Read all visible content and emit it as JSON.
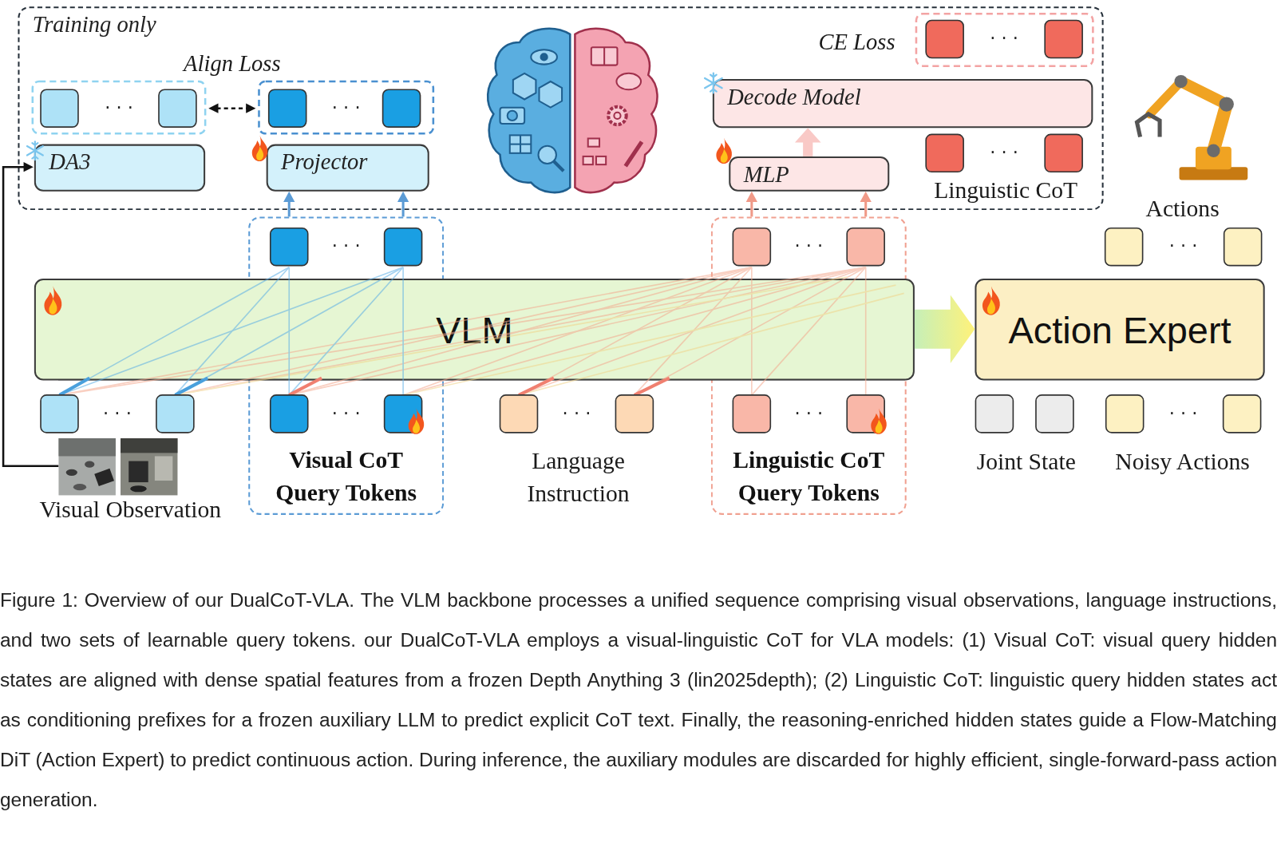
{
  "diagram": {
    "caption": "Figure 1: Overview of our DualCoT-VLA. The VLM backbone processes a unified sequence comprising visual observations, language instructions, and two sets of learnable query tokens. our DualCoT-VLA employs a visual-linguistic CoT for VLA models: (1) Visual CoT: visual query hidden states are aligned with dense spatial features from a frozen Depth Anything 3 (lin2025depth); (2) Linguistic CoT: linguistic query hidden states act as conditioning prefixes for a frozen auxiliary LLM to predict explicit CoT text. Finally, the reasoning-enriched hidden states guide a Flow-Matching DiT (Action Expert) to predict continuous action. During inference, the auxiliary modules are discarded for highly efficient, single-forward-pass action generation.",
    "nodes": [
      {
        "text": [
          "Training only"
        ]
      },
      {
        "text": [
          "DA3"
        ],
        "in": 0
      },
      {
        "text": [
          "Projector"
        ],
        "in": 0
      },
      {
        "text": [
          "Decode Model"
        ],
        "in": 0
      },
      {
        "text": [
          "MLP"
        ],
        "in": 0
      },
      {
        "text": [
          "Visual CoT Query Tokens"
        ]
      },
      {
        "text": [
          "Linguistic CoT Query Tokens"
        ]
      },
      {
        "text": [
          "VLM"
        ]
      },
      {
        "text": [
          "Action Expert"
        ]
      }
    ],
    "edges": [
      {
        "from": 5,
        "to": 2,
        "arrow": "to"
      },
      {
        "from": 5,
        "to": 2,
        "arrow": "to"
      },
      {
        "from": 6,
        "to": 4,
        "arrow": "to"
      },
      {
        "from": 6,
        "to": 4,
        "arrow": "to"
      },
      {
        "from": 4,
        "to": 3,
        "arrow": "to"
      },
      {
        "from": 7,
        "to": 8,
        "arrow": "to"
      }
    ],
    "labels": [
      "Align Loss",
      "· · ·",
      "· · ·",
      "CE Loss",
      "· · ·",
      "· · ·",
      "Linguistic CoT",
      "Actions",
      "· · ·",
      "· · ·",
      "· · ·",
      "· · ·",
      "· · ·",
      "· · ·",
      "· · ·",
      "· · ·",
      "Visual Observation",
      "Language Instruction",
      "Joint State",
      "Noisy Actions"
    ]
  }
}
